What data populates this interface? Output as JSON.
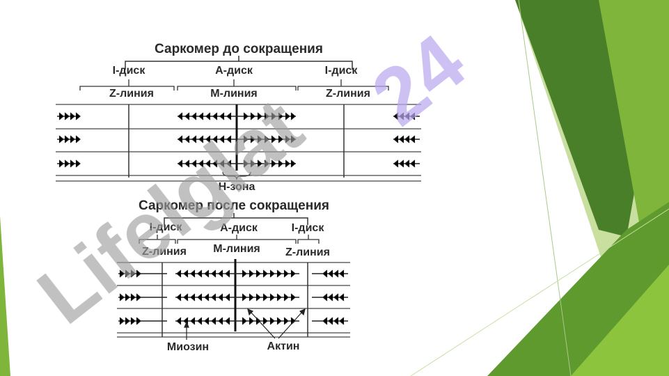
{
  "diagram": {
    "before": {
      "title": "Саркомер до сокращения",
      "i_disk_left": "I-диск",
      "a_disk": "А-диск",
      "i_disk_right": "I-диск",
      "z_line_left": "Z-линия",
      "m_line": "М-линия",
      "z_line_right": "Z-линия",
      "h_zone": "Н-зона"
    },
    "after": {
      "title": "Саркомер после сокращения",
      "i_disk_left": "I-диск",
      "a_disk": "А-диск",
      "i_disk_right": "I-диск",
      "z_line_left": "Z-линия",
      "m_line": "М-линия",
      "z_line_right": "Z-линия",
      "myosin": "Миозин",
      "actin": "Актин"
    }
  },
  "watermark": {
    "text_gray": "Lifelglat",
    "text_purple": "24"
  },
  "colors": {
    "accent_green_dark": "#4a7f2a",
    "accent_green": "#7fb53a",
    "accent_green_light": "#c8dfa0",
    "watermark_gray": "#9c9c9c",
    "watermark_purple": "#b9a8ef"
  }
}
